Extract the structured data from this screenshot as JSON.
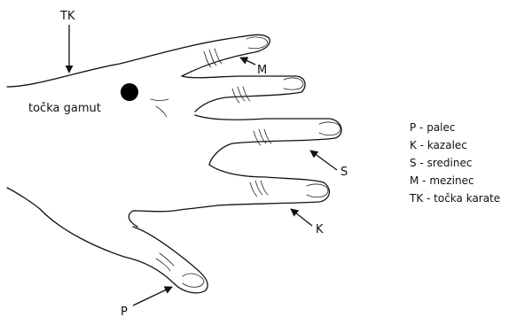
{
  "labels": {
    "tk": "TK",
    "m": "M",
    "gamut": "točka gamut",
    "s": "S",
    "k": "K",
    "p": "P"
  },
  "legend": [
    "P - palec",
    "K - kazalec",
    "S - sredinec",
    "M - mezinec",
    "TK - točka karate"
  ],
  "colors": {
    "ink": "#111111",
    "point": "#000000",
    "background": "#ffffff"
  }
}
